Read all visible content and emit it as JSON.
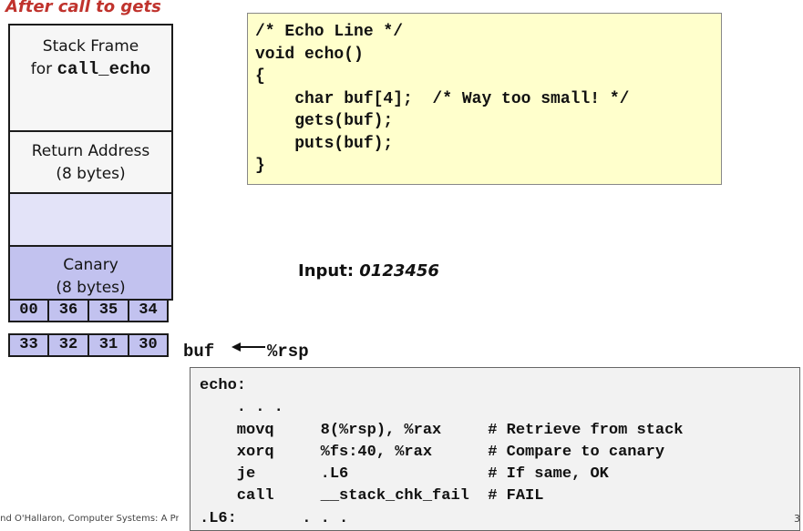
{
  "title": "After call to gets",
  "stack": {
    "frame_line1": "Stack Frame",
    "frame_line2_prefix": "for ",
    "frame_line2_code": "call_echo",
    "return_line1": "Return Address",
    "return_line2": "(8 bytes)",
    "canary_line1": "Canary",
    "canary_line2": "(8 bytes)",
    "bytes_top": [
      "00",
      "36",
      "35",
      "34"
    ],
    "bytes_bottom": [
      "33",
      "32",
      "31",
      "30"
    ],
    "buf_label": "buf",
    "rsp_label": "%rsp"
  },
  "echo_code": {
    "lines": [
      "/* Echo Line */",
      "void echo()",
      "{",
      "    char buf[4];  /* Way too small! */",
      "    gets(buf);",
      "    puts(buf);",
      "}"
    ]
  },
  "input": {
    "label": "Input: ",
    "value": "0123456"
  },
  "asm": {
    "lines": [
      "echo:",
      "    . . .",
      "    movq     8(%rsp), %rax     # Retrieve from stack",
      "    xorq     %fs:40, %rax      # Compare to canary",
      "    je       .L6               # If same, OK",
      "    call     __stack_chk_fail  # FAIL",
      ".L6:       . . ."
    ]
  },
  "footer": {
    "text": "and O'Hallaron, Computer Systems: A Programmer's Perspective, Third Edition",
    "page": "3"
  },
  "colors": {
    "title": "#c0332d",
    "code_box_bg": "#ffffcc",
    "canary_bg": "#c2c2ef",
    "gap_bg": "#e3e3f8",
    "asm_box_bg": "#f2f2f2"
  }
}
